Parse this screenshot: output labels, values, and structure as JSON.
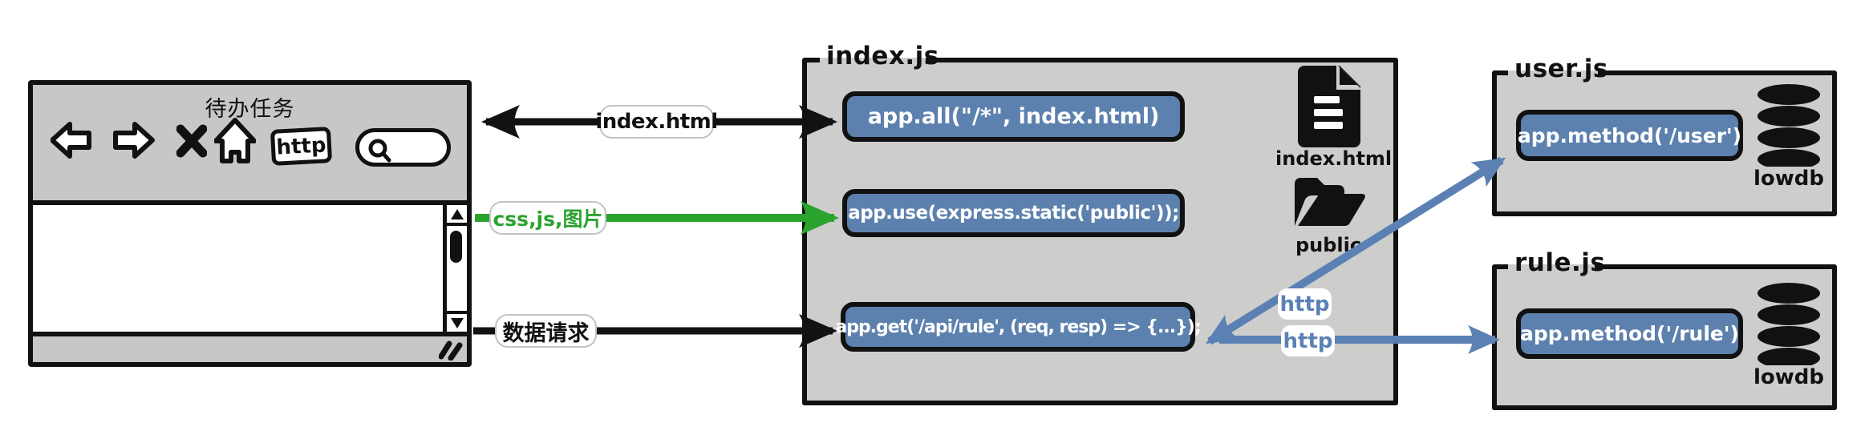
{
  "browser": {
    "title": "待办任务",
    "address_label": "http"
  },
  "flows": {
    "index_html": {
      "label": "index.html",
      "color": "#121212",
      "direction": "bidirectional"
    },
    "assets": {
      "label": "css,js,图片",
      "color": "#2aa32f",
      "direction": "to-server"
    },
    "data_request": {
      "label": "数据请求",
      "color": "#121212",
      "direction": "to-server"
    },
    "http_user": {
      "label": "http",
      "color": "#5b81b4"
    },
    "http_rule": {
      "label": "http",
      "color": "#5b81b4"
    }
  },
  "index_js": {
    "title": "index.js",
    "code_blocks": [
      "app.all(\"/*\", index.html)",
      "app.use(express.static('public'));",
      "app.get('/api/rule', (req, resp) => {...});"
    ],
    "files": [
      {
        "name": "index.html",
        "icon": "file-icon"
      },
      {
        "name": "public",
        "icon": "folder-icon"
      }
    ]
  },
  "user_js": {
    "title": "user.js",
    "code": "app.method('/user')",
    "db_label": "lowdb"
  },
  "rule_js": {
    "title": "rule.js",
    "code": "app.method('/rule')",
    "db_label": "lowdb"
  },
  "colors": {
    "ink": "#111111",
    "code_box_blue": "#5d81ae",
    "arrow_blue": "#5b81b4",
    "arrow_green": "#2aa32f",
    "panel_gray": "#cdcdcc",
    "chrome_gray": "#c7c7c6"
  }
}
